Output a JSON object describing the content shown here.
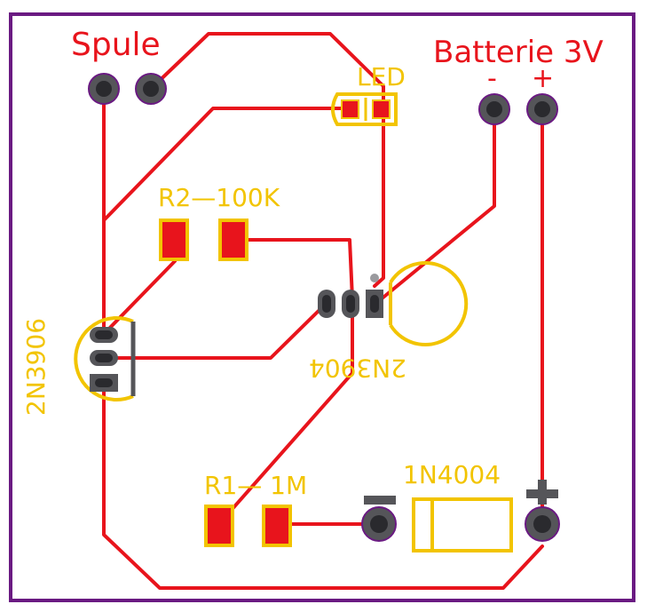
{
  "colors": {
    "outline": "#6a1a82",
    "trace": "#e8141c",
    "silkscreen": "#f2c400",
    "pad_grey": "#555559",
    "pad_dark": "#2a2a2e",
    "background": "#ffffff"
  },
  "labels": {
    "coil": "Spule",
    "battery": "Batterie 3V",
    "battery_minus": "-",
    "battery_plus": "+",
    "led": "LED",
    "r2": "R2—100K",
    "r1": "R1— 1M",
    "q1": "2N3906",
    "q2": "2N3904",
    "diode": "1N4004"
  }
}
